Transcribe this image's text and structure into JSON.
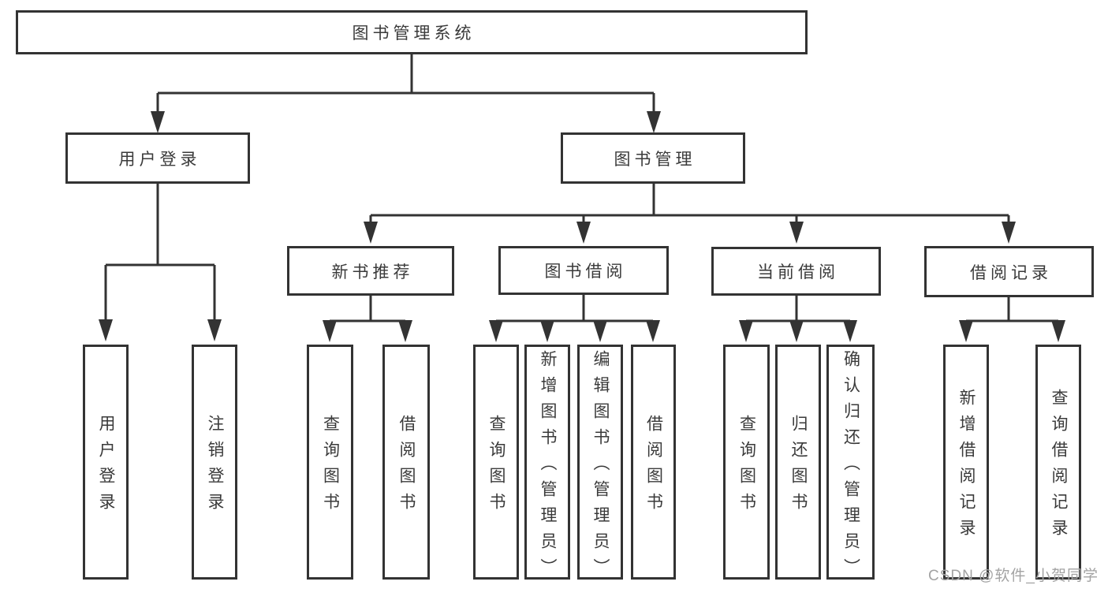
{
  "nodes": {
    "root": "图书管理系统",
    "user_login": "用户登录",
    "book_mgmt": "图书管理",
    "new_book_rec": "新书推荐",
    "book_borrow": "图书借阅",
    "current_borrow": "当前借阅",
    "borrow_record": "借阅记录",
    "ul_login": "用户登录",
    "ul_logout": "注销登录",
    "nb_query": "查询图书",
    "nb_borrow": "借阅图书",
    "bb_query": "查询图书",
    "bb_add": "新增图书（管理员）",
    "bb_edit": "编辑图书（管理员）",
    "bb_borrow": "借阅图书",
    "cb_query": "查询图书",
    "cb_return": "归还图书",
    "cb_confirm": "确认归还（管理员）",
    "br_add": "新增借阅记录",
    "br_query": "查询借阅记录"
  },
  "watermark": "CSDN @软件_小贺同学",
  "colors": {
    "line": "#333333",
    "text": "#3a3a3a",
    "background": "#ffffff",
    "watermark": "#a3a3a3"
  }
}
